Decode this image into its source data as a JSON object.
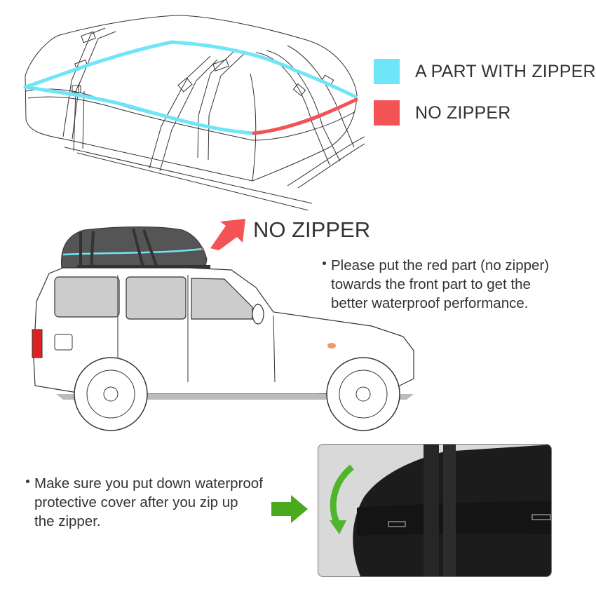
{
  "legend": {
    "items": [
      {
        "label": "A PART WITH ZIPPER",
        "color": "#6fe6f7"
      },
      {
        "label": "NO ZIPPER",
        "color": "#f45356"
      }
    ]
  },
  "callout": {
    "label": "NO ZIPPER",
    "arrow_color": "#f45356"
  },
  "instructions": [
    {
      "bullet": "•",
      "lines": [
        "Please put the red part (no zipper)",
        "towards the front part to get the",
        "better waterproof performance."
      ]
    },
    {
      "bullet": "•",
      "lines": [
        "Make sure you put down waterproof",
        "protective cover after you zip up",
        "the zipper."
      ]
    }
  ],
  "icons": {
    "right_arrow_color": "#4aaa1e",
    "curved_arrow_color": "#4fb52a"
  },
  "illustrations": {
    "top": "roof-bag-line-drawing",
    "middle": "suv-with-roof-bag",
    "bottom": "black-bag-cover-photo"
  }
}
